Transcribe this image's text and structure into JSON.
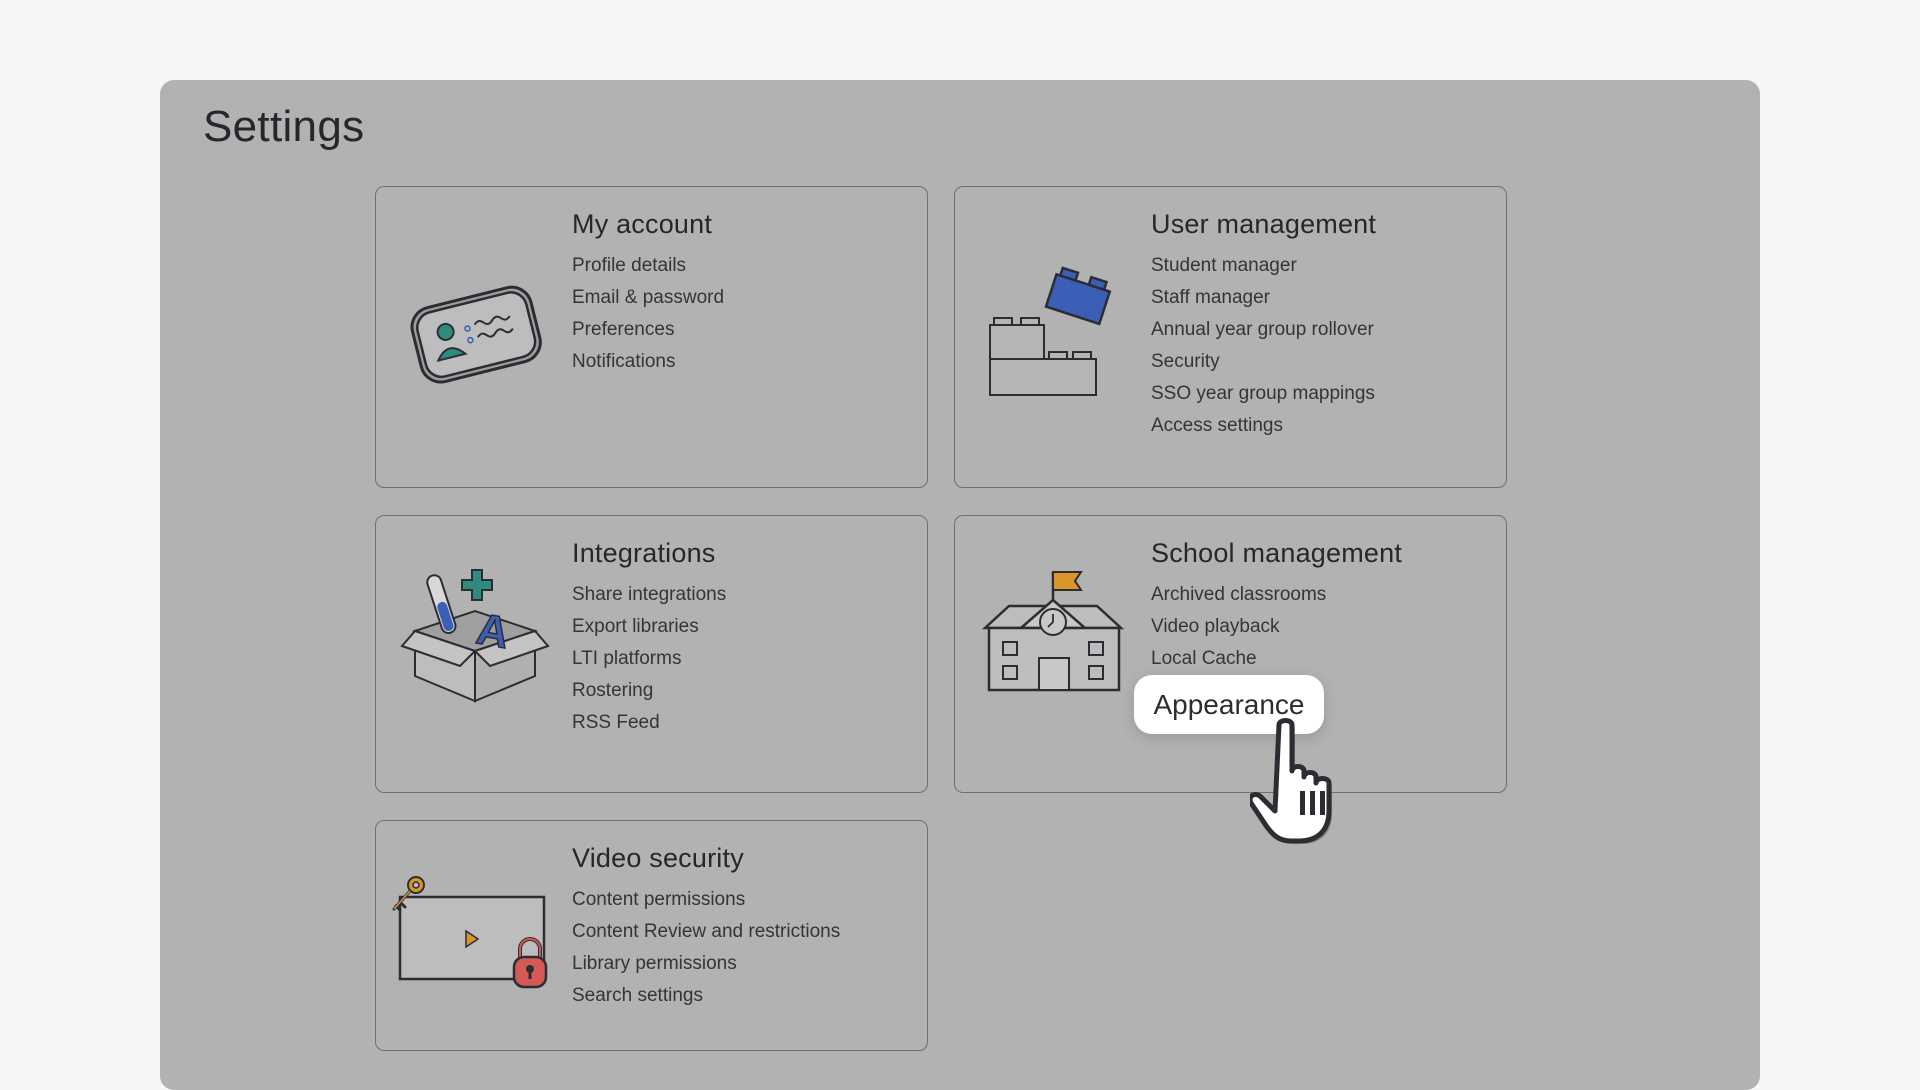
{
  "page": {
    "title": "Settings"
  },
  "cards": {
    "account": {
      "title": "My account",
      "items": [
        "Profile details",
        "Email & password",
        "Preferences",
        "Notifications"
      ]
    },
    "users": {
      "title": "User management",
      "items": [
        "Student manager",
        "Staff manager",
        "Annual year group rollover",
        "Security",
        "SSO year group mappings",
        "Access settings"
      ]
    },
    "integrations": {
      "title": "Integrations",
      "items": [
        "Share integrations",
        "Export libraries",
        "LTI platforms",
        "Rostering",
        "RSS Feed"
      ]
    },
    "school": {
      "title": "School management",
      "items": [
        "Archived classrooms",
        "Video playback",
        "Local Cache"
      ]
    },
    "video": {
      "title": "Video security",
      "items": [
        "Content permissions",
        "Content Review and restrictions",
        "Library permissions",
        "Search settings"
      ]
    }
  },
  "highlight": {
    "label": "Appearance"
  },
  "icons": {
    "account": "id-card-icon",
    "users": "building-blocks-icon",
    "integrations": "box-science-icon",
    "school": "school-building-icon",
    "video": "video-lock-icon",
    "cursor": "hand-pointer-icon"
  },
  "colors": {
    "background": "#f6f6f6",
    "overlay": "#b2b2b2",
    "teal": "#2f8c7c",
    "blue": "#3b5eb6",
    "orange": "#d9962b",
    "red": "#d55a55"
  }
}
